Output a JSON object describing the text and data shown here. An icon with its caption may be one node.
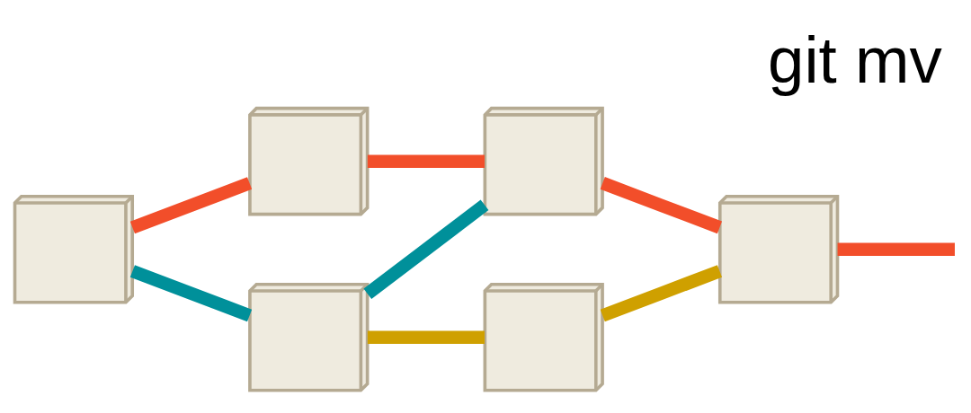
{
  "diagram": {
    "title": "git mv",
    "nodes": [
      {
        "text": [],
        "shape": "picture"
      },
      {
        "text": [],
        "shape": "picture"
      },
      {
        "text": [],
        "shape": "picture"
      },
      {
        "text": [],
        "shape": "picture"
      },
      {
        "text": [],
        "shape": "picture"
      },
      {
        "text": [],
        "shape": "picture"
      }
    ],
    "edges": [
      {
        "from": 0,
        "to": 1,
        "arrow": "none"
      },
      {
        "from": 0,
        "to": 2,
        "arrow": "none",
        "color": "#00909a"
      },
      {
        "from": 1,
        "to": 3,
        "arrow": "none"
      },
      {
        "from": 2,
        "to": 3,
        "arrow": "none",
        "color": "#00909a"
      },
      {
        "from": 2,
        "to": 4,
        "arrow": "none",
        "color": "#cfa000"
      },
      {
        "from": 3,
        "to": 5,
        "arrow": "none"
      },
      {
        "from": 4,
        "to": 5,
        "arrow": "none",
        "color": "#cfa000"
      },
      {
        "from": 5,
        "to": null,
        "arrow": "none"
      }
    ]
  }
}
